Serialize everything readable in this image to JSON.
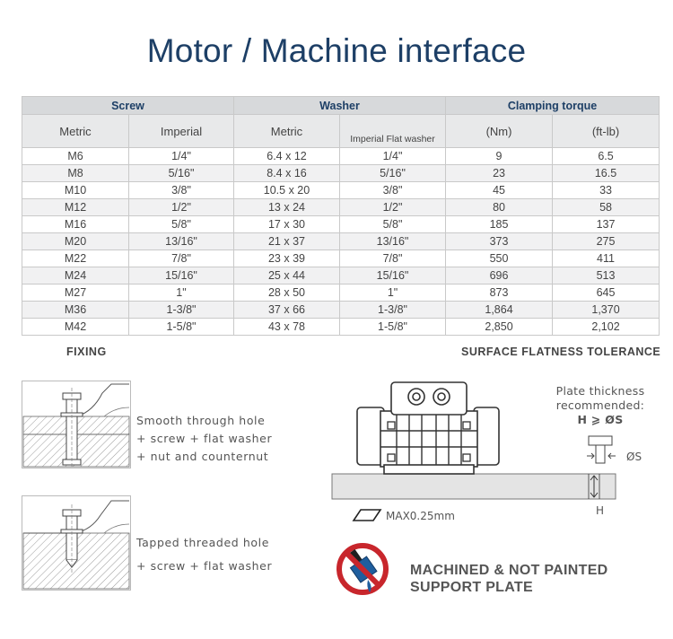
{
  "title": "Motor / Machine interface",
  "table": {
    "groups": {
      "screw": "Screw",
      "washer": "Washer",
      "torque": "Clamping torque"
    },
    "subheaders": {
      "screw_metric": "Metric",
      "screw_imperial": "Imperial",
      "washer_metric": "Metric",
      "washer_imperial": "Imperial  Flat washer",
      "torque_nm": "(Nm)",
      "torque_ftlb": "(ft-lb)"
    },
    "rows": [
      [
        "M6",
        "1/4\"",
        "6.4 x 12",
        "1/4\"",
        "9",
        "6.5"
      ],
      [
        "M8",
        "5/16\"",
        "8.4 x 16",
        "5/16\"",
        "23",
        "16.5"
      ],
      [
        "M10",
        "3/8\"",
        "10.5 x 20",
        "3/8\"",
        "45",
        "33"
      ],
      [
        "M12",
        "1/2\"",
        "13 x 24",
        "1/2\"",
        "80",
        "58"
      ],
      [
        "M16",
        "5/8\"",
        "17 x 30",
        "5/8\"",
        "185",
        "137"
      ],
      [
        "M20",
        "13/16\"",
        "21 x 37",
        "13/16\"",
        "373",
        "275"
      ],
      [
        "M22",
        "7/8\"",
        "23 x 39",
        "7/8\"",
        "550",
        "411"
      ],
      [
        "M24",
        "15/16\"",
        "25 x 44",
        "15/16\"",
        "696",
        "513"
      ],
      [
        "M27",
        "1\"",
        "28 x 50",
        "1\"",
        "873",
        "645"
      ],
      [
        "M36",
        "1-3/8\"",
        "37 x 66",
        "1-3/8\"",
        "1,864",
        "1,370"
      ],
      [
        "M42",
        "1-5/8\"",
        "43 x 78",
        "1-5/8\"",
        "2,850",
        "2,102"
      ]
    ]
  },
  "fixing": {
    "label": "FIXING",
    "option1": {
      "title": "Smooth through hole",
      "line2": "+ screw  + flat washer",
      "line3": "+ nut and counternut"
    },
    "option2": {
      "title": "Tapped threaded hole",
      "line2": "+ screw  + flat washer"
    }
  },
  "flatness": {
    "label": "SURFACE FLATNESS TOLERANCE",
    "plate_note_1": "Plate thickness",
    "plate_note_2": "recommended:",
    "plate_note_3": "H ⩾ ØS",
    "os_label": "ØS",
    "h_label": "H",
    "max_label": "MAX0.25mm"
  },
  "support": {
    "line1": "MACHINED & NOT PAINTED",
    "line2": "SUPPORT PLATE"
  },
  "colors": {
    "title": "#1d3f66",
    "group_header_bg": "#d7d9db",
    "warning_red": "#c8262c",
    "paint_blue": "#1f5e9e"
  }
}
